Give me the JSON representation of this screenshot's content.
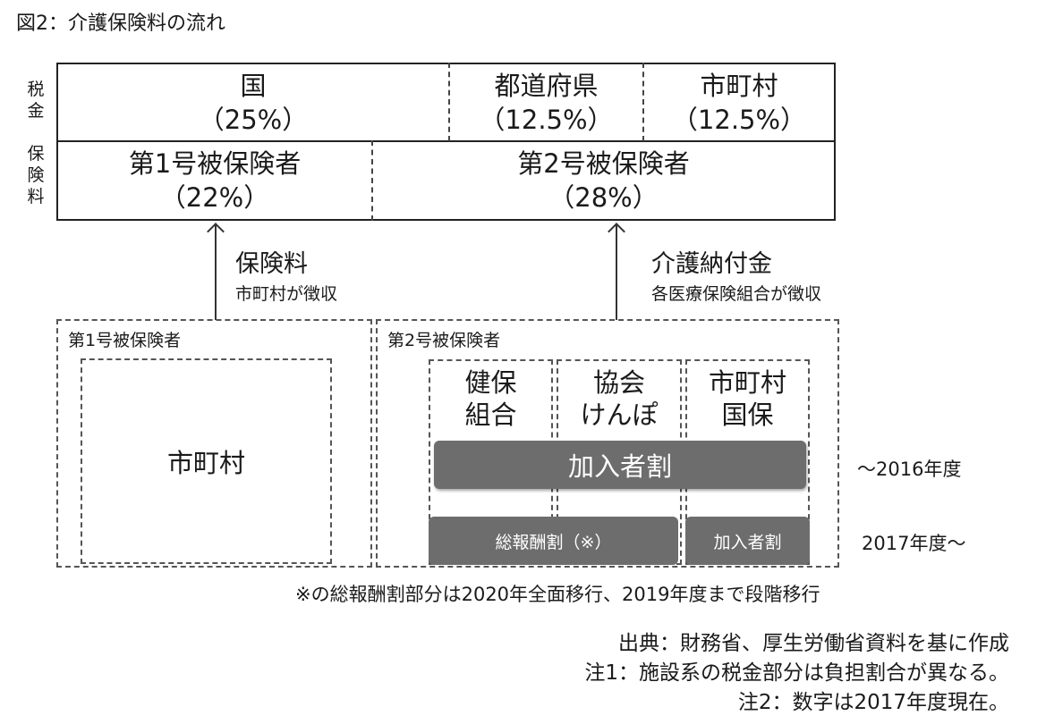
{
  "title": "図2：介護保険料の流れ",
  "row_labels": {
    "tax": [
      "税",
      "金"
    ],
    "premium": [
      "保",
      "険",
      "料"
    ]
  },
  "top_table": {
    "tax_row": [
      {
        "name": "国",
        "share": "（25%）"
      },
      {
        "name": "都道府県",
        "share": "（12.5%）"
      },
      {
        "name": "市町村",
        "share": "（12.5%）"
      }
    ],
    "premium_row": [
      {
        "name": "第1号被保険者",
        "share": "（22%）"
      },
      {
        "name": "第2号被保険者",
        "share": "（28%）"
      }
    ]
  },
  "flows": {
    "left": {
      "label": "保険料",
      "sub": "市町村が徴収"
    },
    "right": {
      "label": "介護納付金",
      "sub": "各医療保険組合が徴収"
    }
  },
  "group1": {
    "title": "第1号被保険者",
    "insurer": "市町村"
  },
  "group2": {
    "title": "第2号被保険者",
    "insurers": [
      {
        "line1": "健保",
        "line2": "組合"
      },
      {
        "line1": "協会",
        "line2": "けんぽ"
      },
      {
        "line1": "市町村",
        "line2": "国保"
      }
    ],
    "bar_2016": "加入者割",
    "bar_2017_left": "総報酬割（※）",
    "bar_2017_right": "加入者割"
  },
  "years": {
    "y2016": "～2016年度",
    "y2017": "2017年度～"
  },
  "note_main": "※の総報酬割部分は2020年全面移行、2019年度まで段階移行",
  "sources": [
    "出典：財務省、厚生労働省資料を基に作成",
    "注1：施設系の税金部分は負担割合が異なる。",
    "注2：数字は2017年度現在。"
  ]
}
